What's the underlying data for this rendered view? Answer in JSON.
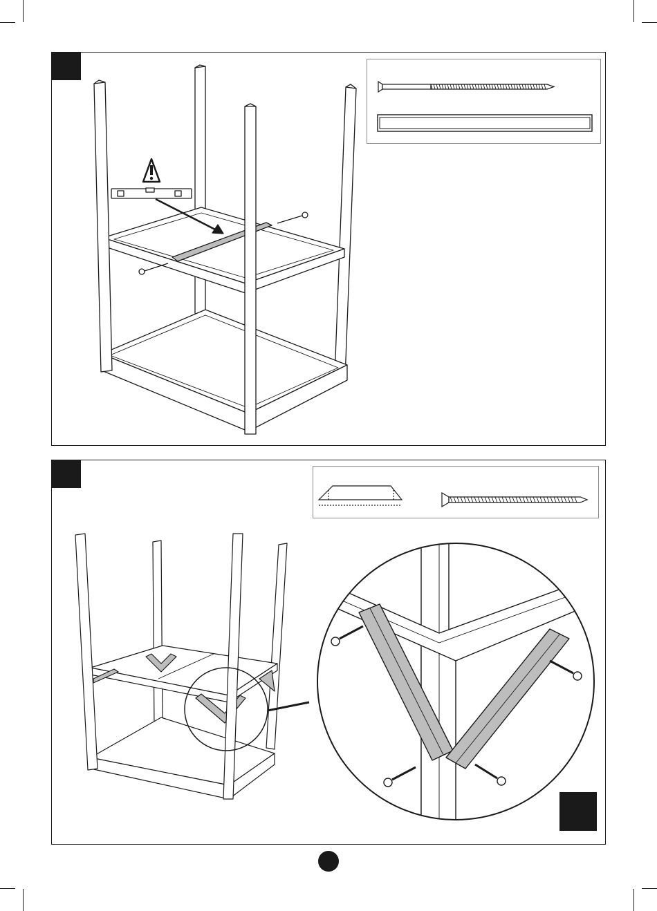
{
  "page": {
    "number_marker": "page-number-dot"
  },
  "steps": [
    {
      "id": "step-1",
      "badge": "",
      "parts": [
        "long-screw",
        "measure-bar"
      ],
      "callout_icons": [
        "warning-triangle-icon",
        "spirit-level-icon"
      ]
    },
    {
      "id": "step-2",
      "badge": "",
      "parts": [
        "angled-brace",
        "short-screw"
      ],
      "callout_icons": [
        "magnifier-detail"
      ]
    }
  ],
  "colors": {
    "ink": "#1a1a1a",
    "brace_fill": "#bdbdbd",
    "parts_box_border": "#8a8a8a"
  }
}
